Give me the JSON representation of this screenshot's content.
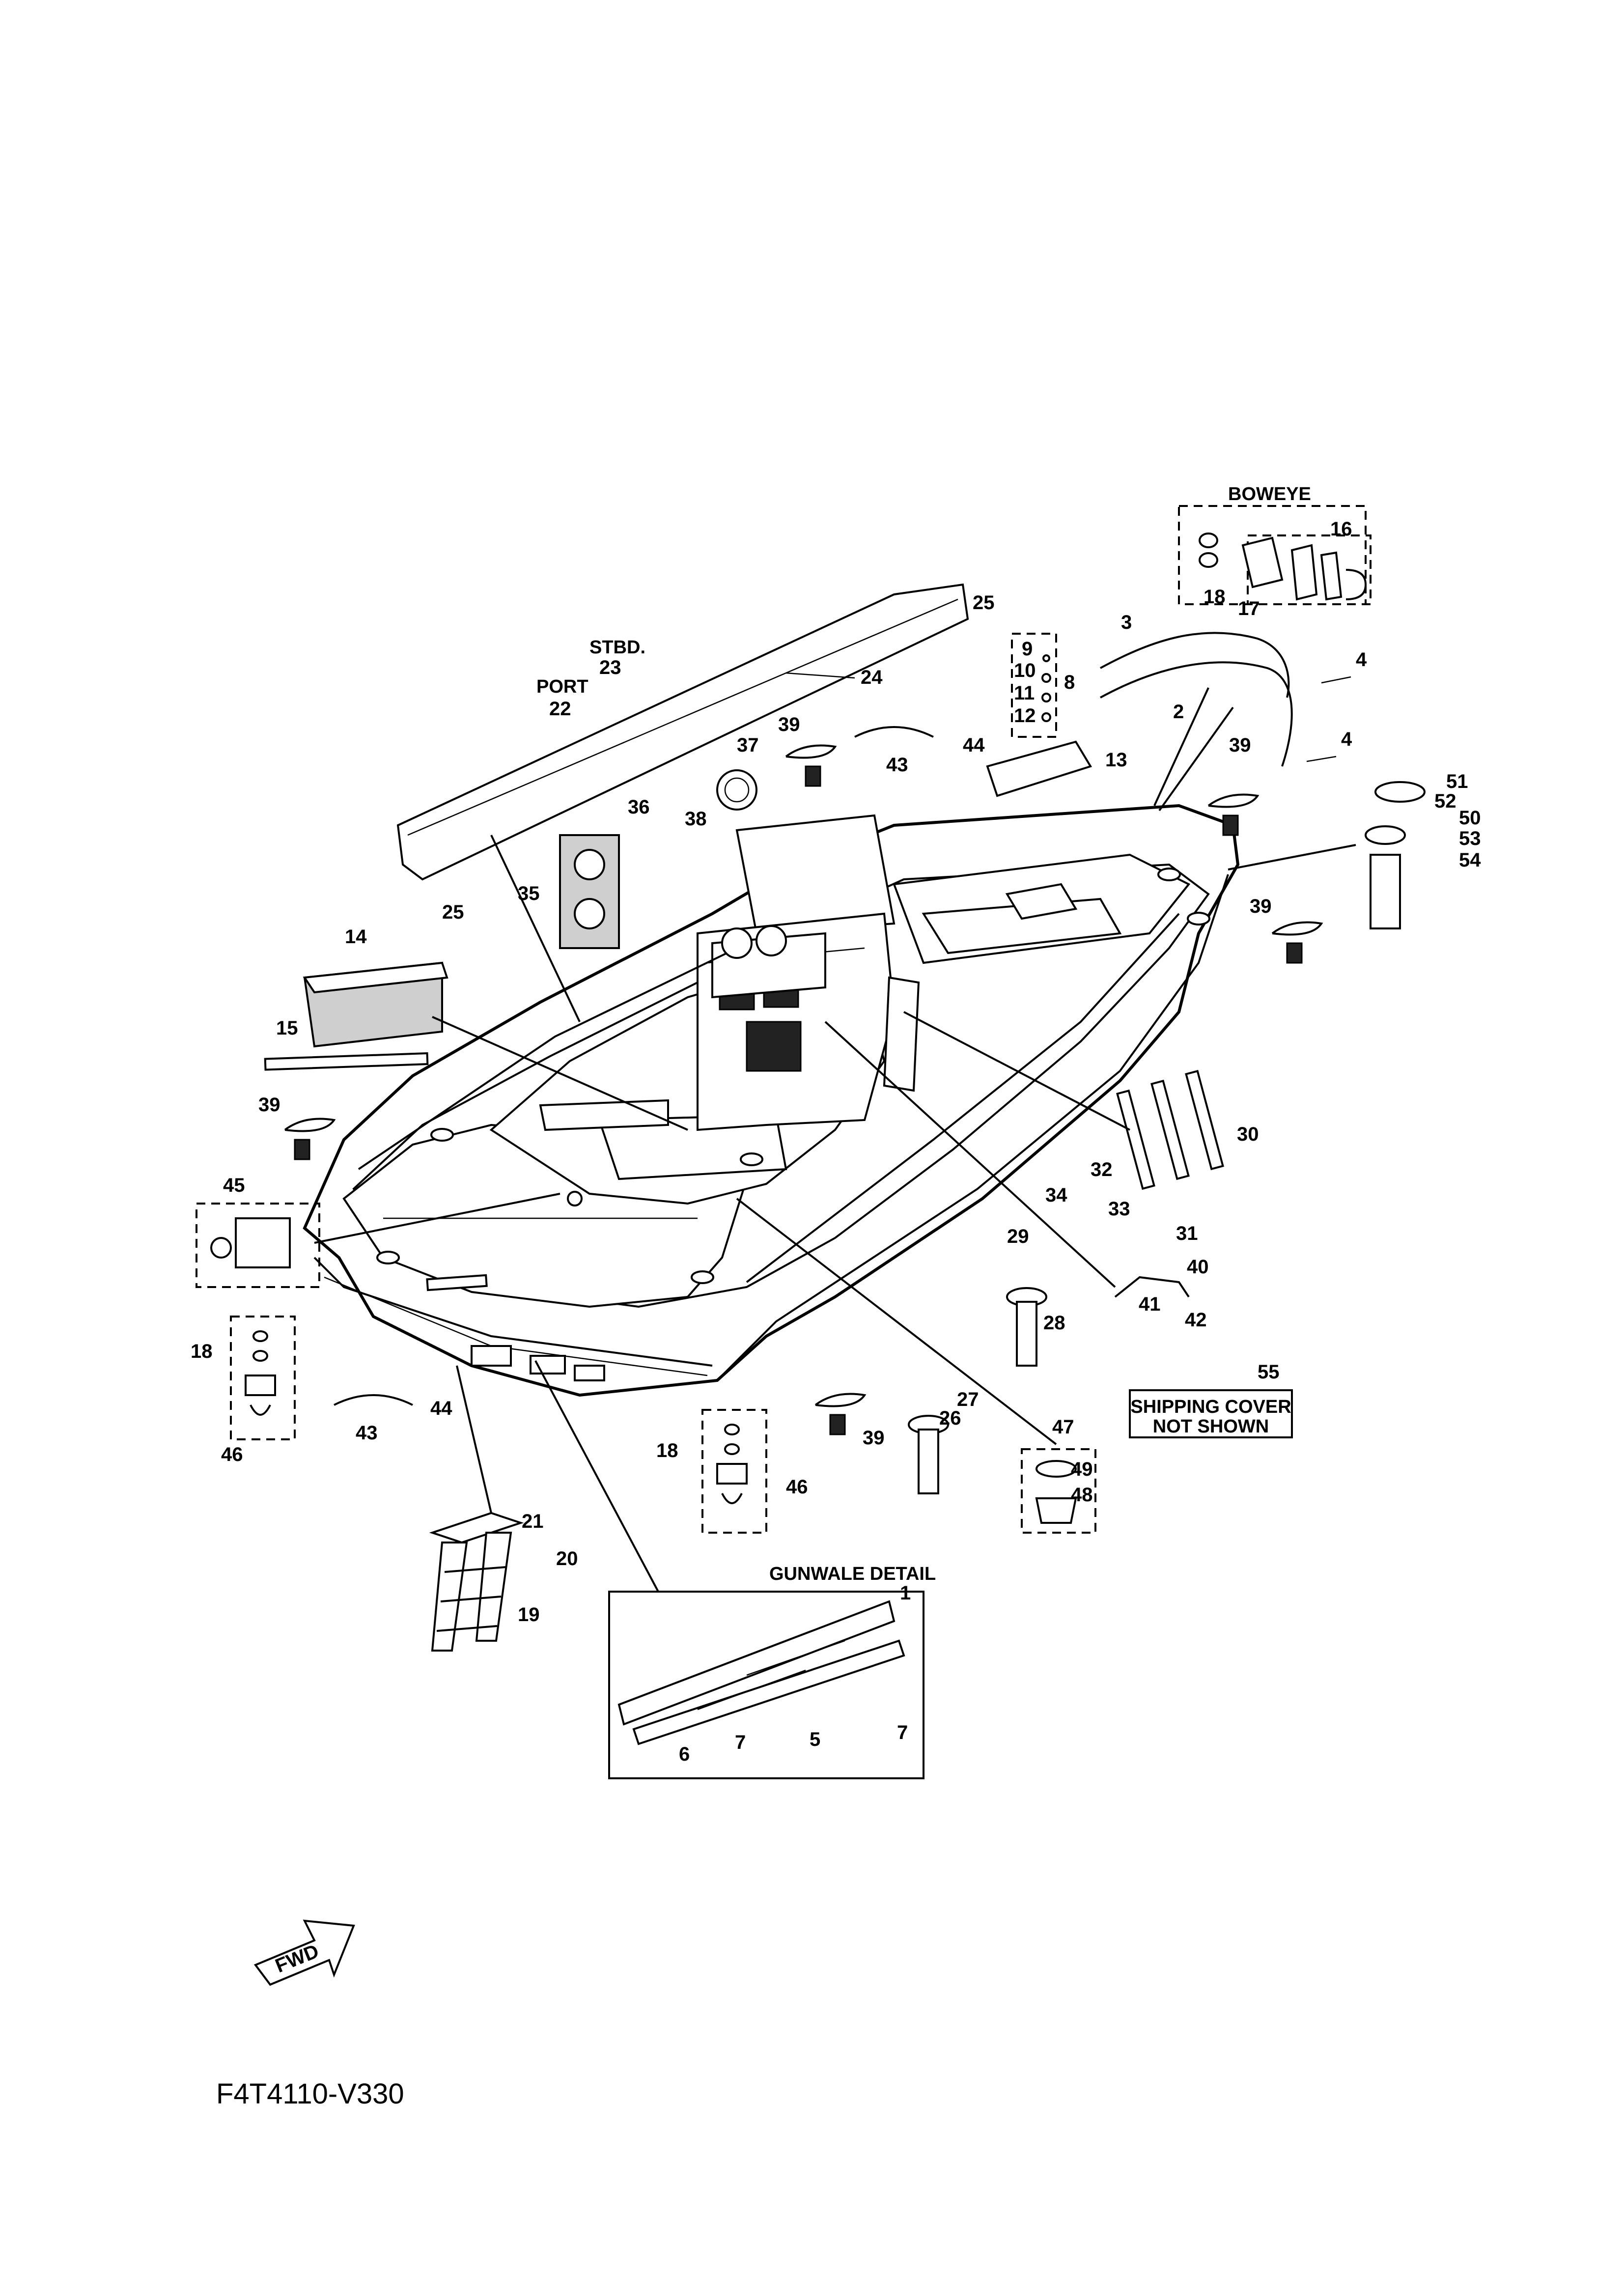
{
  "diagram_code": "F4T4110-V330",
  "headers": {
    "boweye": "BOWEYE",
    "stbd": "STBD.",
    "port": "PORT",
    "gunwale_detail": "GUNWALE DETAIL"
  },
  "notes": {
    "shipping_cover_line1": "SHIPPING COVER",
    "shipping_cover_line2": "NOT SHOWN"
  },
  "fwd_label": "FWD",
  "callouts": {
    "c1": "1",
    "c2": "2",
    "c3": "3",
    "c4a": "4",
    "c4b": "4",
    "c5": "5",
    "c6": "6",
    "c7a": "7",
    "c7b": "7",
    "c8": "8",
    "c9": "9",
    "c10": "10",
    "c11": "11",
    "c12": "12",
    "c13": "13",
    "c14": "14",
    "c15": "15",
    "c16": "16",
    "c17": "17",
    "c18a": "18",
    "c18b": "18",
    "c18c": "18",
    "c19": "19",
    "c20": "20",
    "c21": "21",
    "c22": "22",
    "c23": "23",
    "c24": "24",
    "c25a": "25",
    "c25b": "25",
    "c26": "26",
    "c27": "27",
    "c28": "28",
    "c29": "29",
    "c30": "30",
    "c31": "31",
    "c32": "32",
    "c33": "33",
    "c34": "34",
    "c35": "35",
    "c36": "36",
    "c37": "37",
    "c38": "38",
    "c39a": "39",
    "c39b": "39",
    "c39c": "39",
    "c39d": "39",
    "c39e": "39",
    "c40": "40",
    "c41": "41",
    "c42": "42",
    "c43a": "43",
    "c43b": "43",
    "c44a": "44",
    "c44b": "44",
    "c45": "45",
    "c46a": "46",
    "c46b": "46",
    "c47": "47",
    "c48": "48",
    "c49": "49",
    "c50": "50",
    "c51": "51",
    "c52": "52",
    "c53": "53",
    "c54": "54",
    "c55": "55"
  }
}
